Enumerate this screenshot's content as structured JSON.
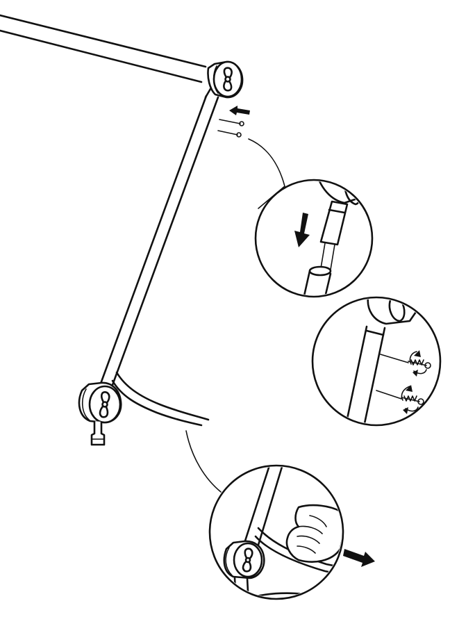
{
  "figure": {
    "background": "#ffffff",
    "ink": "#111111",
    "steps": [
      {
        "id": "arm-assembly",
        "description_icon": "lamp-arm-icon"
      },
      {
        "id": "detail-insert-joint",
        "icon": "down-arrow-icon"
      },
      {
        "id": "detail-screw-fastening",
        "icon": "rotate-screw-icon"
      },
      {
        "id": "detail-pull-cable",
        "icon": "right-arrow-icon"
      }
    ]
  }
}
